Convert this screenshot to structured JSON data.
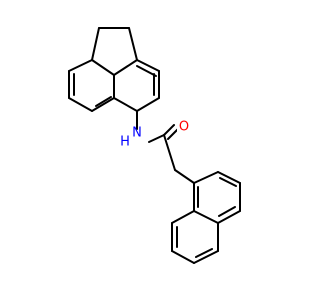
{
  "diagram": {
    "type": "skeletal-structure",
    "colors": {
      "background": "#ffffff",
      "bond": "#000000",
      "nitrogen": "#0000ff",
      "oxygen": "#ff0000"
    },
    "labels": {
      "nitrogen": "N",
      "nitrogen_hydrogen": "H",
      "oxygen": "O"
    }
  }
}
